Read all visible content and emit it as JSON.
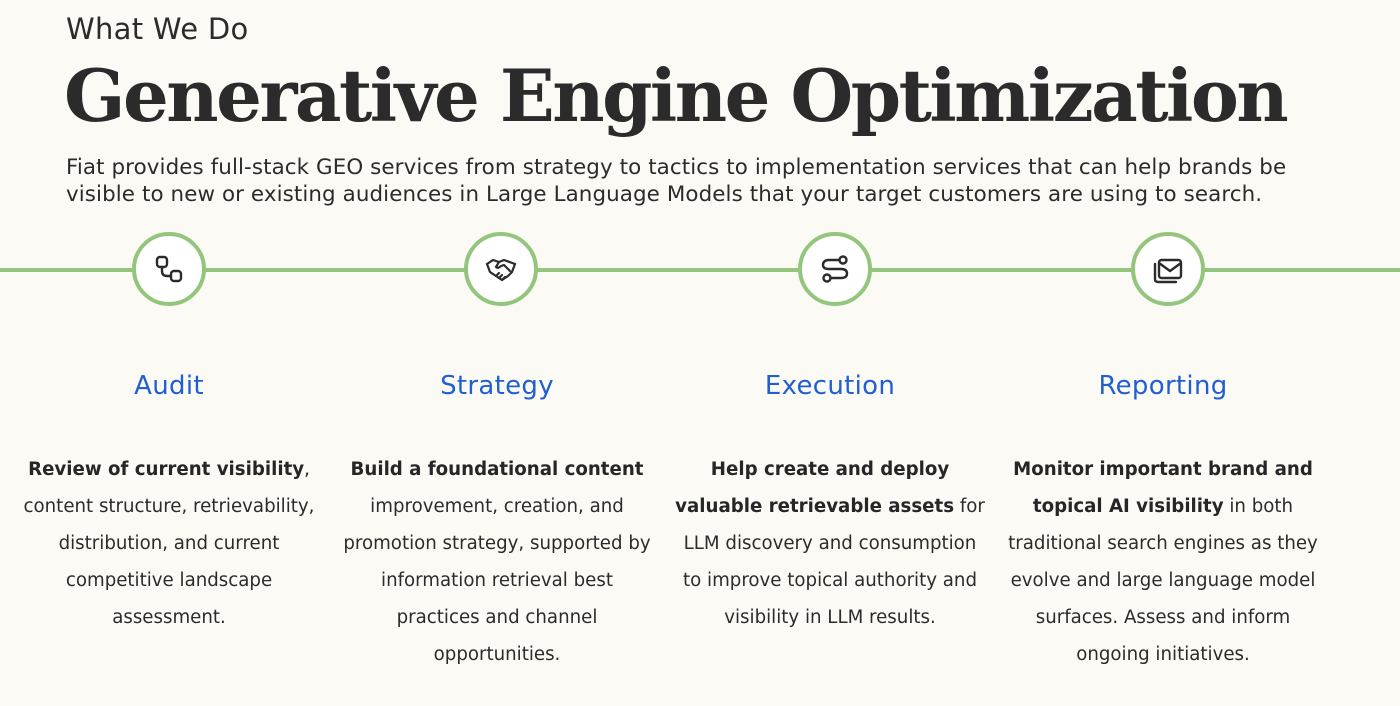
{
  "header": {
    "eyebrow": "What We Do",
    "title": "Generative Engine Optimization",
    "intro": "Fiat provides full-stack GEO services from strategy to tactics to implementation services that can help brands be visible to new or existing audiences in Large Language Models that your target customers are using to search."
  },
  "colors": {
    "accent_green": "#93c57c",
    "heading_blue": "#1f5fcf",
    "background": "#fcfaf5",
    "text": "#2b2b2b"
  },
  "steps": [
    {
      "icon": "nodes-icon",
      "title": "Audit",
      "bold": "Review of current visibility",
      "rest": ", content structure, retrievability, distribution, and current competitive landscape assessment."
    },
    {
      "icon": "handshake-icon",
      "title": "Strategy",
      "bold": "Build a foundational content",
      "rest": " improvement, creation, and promotion strategy, supported by information retrieval best practices and channel opportunities."
    },
    {
      "icon": "route-icon",
      "title": "Execution",
      "bold": "Help create and deploy valuable retrievable assets",
      "rest": " for LLM discovery and consumption to improve topical authority and visibility in LLM results."
    },
    {
      "icon": "mail-stack-icon",
      "title": "Reporting",
      "bold": "Monitor important brand and topical AI visibility",
      "rest": " in both traditional search engines as they evolve and large language model surfaces. Assess and inform ongoing initiatives."
    }
  ]
}
